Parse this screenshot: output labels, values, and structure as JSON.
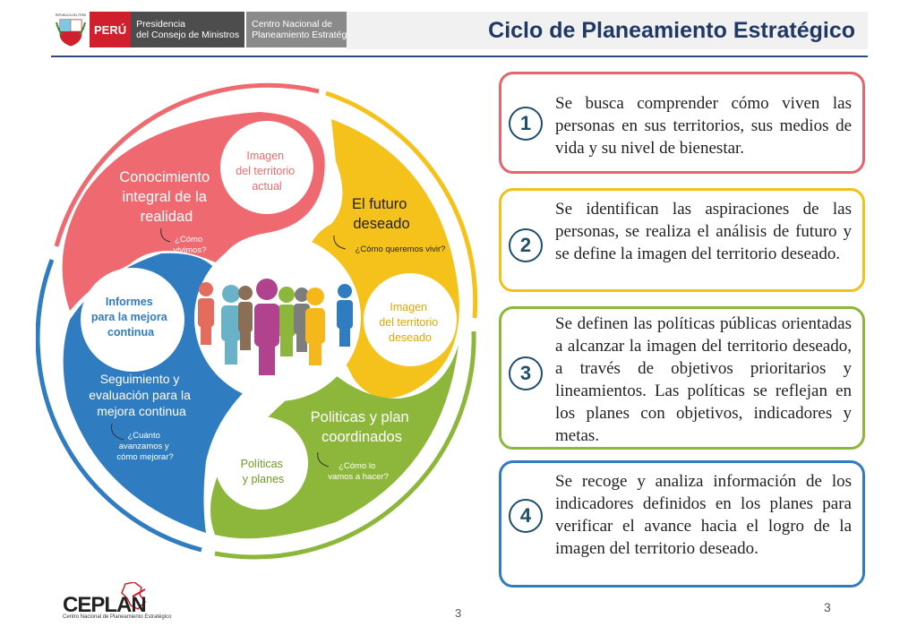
{
  "header": {
    "shield_text": "REPÚBLICA DEL PERÚ",
    "peru_label": "PERÚ",
    "pcm_label": [
      "Presidencia",
      "del Consejo de Ministros"
    ],
    "ceplan_label": [
      "Centro Nacional de",
      "Planeamiento Estratégico"
    ],
    "title": "Ciclo de Planeamiento Estratégico"
  },
  "diagram": {
    "segments": [
      {
        "title": [
          "Conocimiento",
          "integral de la",
          "realidad"
        ],
        "question": [
          "¿Cómo",
          "vivimos?"
        ],
        "bubble": [
          "Imagen",
          "del territorio",
          "actual"
        ],
        "color": "#ef6a70"
      },
      {
        "title": [
          "El futuro",
          "deseado"
        ],
        "question": [
          "¿Cómo queremos vivir?"
        ],
        "bubble": [
          "Imagen",
          "del territorio",
          "deseado"
        ],
        "color": "#f5c21b"
      },
      {
        "title": [
          "Politicas y plan",
          "coordinados"
        ],
        "question": [
          "¿Cómo lo",
          "vamos a hacer?"
        ],
        "bubble": [
          "Políticas",
          "y planes"
        ],
        "color": "#8db73a"
      },
      {
        "title": [
          "Seguimiento y",
          "evaluación para la",
          "mejora continua"
        ],
        "question": [
          "¿Cuánto",
          "avanzamos y",
          "cómo mejorar?"
        ],
        "bubble": [
          "Informes",
          "para la mejora",
          "continua"
        ],
        "color": "#2f7cc1"
      }
    ]
  },
  "cards": [
    {
      "number": "1",
      "text": "Se busca comprender cómo viven las personas en sus territorios, sus medios de vida y su nivel de bienestar.",
      "color": "#e8636b"
    },
    {
      "number": "2",
      "text": "Se identifican las aspiraciones de las personas, se realiza el análisis de futuro y se define la imagen del territorio deseado.",
      "color": "#f2c019"
    },
    {
      "number": "3",
      "text": "Se definen las políticas públicas orientadas a alcanzar la imagen del territorio deseado, a través de objetivos prioritarios y lineamientos. Las políticas se reflejan en los planes con objetivos, indicadores y metas.",
      "color": "#8db73a"
    },
    {
      "number": "4",
      "text": "Se recoge y analiza información de los indicadores definidos en los planes para verificar el avance hacia el logro de la imagen del territorio deseado.",
      "color": "#2f7cc1"
    }
  ],
  "footer": {
    "logo_text": "CEPLAN",
    "logo_sub": "Centro Nacional de Planeamiento Estratégico",
    "page_number_left": "3",
    "page_number_right": "3"
  }
}
